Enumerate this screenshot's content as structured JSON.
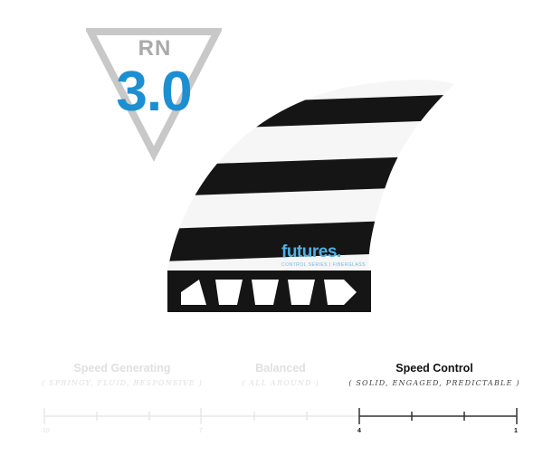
{
  "badge": {
    "model": "RN",
    "version": "3.0"
  },
  "product": {
    "brand": "futures.",
    "series": "CONTROL SERIES | FIBERGLASS"
  },
  "scale": {
    "categories": [
      {
        "title": "Speed Generating",
        "subtitle": "( SPRINGY, FLUID, RESPONSIVE )",
        "active": false
      },
      {
        "title": "Balanced",
        "subtitle": "( ALL AROUND )",
        "active": false
      },
      {
        "title": "Speed Control",
        "subtitle": "( SOLID, ENGAGED, PREDICTABLE )",
        "active": true
      }
    ],
    "labels": [
      "10",
      "7",
      "4",
      "1"
    ],
    "range": [
      10,
      1
    ],
    "highlight": [
      4,
      1
    ],
    "colors": {
      "accent": "#1b8fd2",
      "active": "#111111",
      "inactive": "#e0e0e0"
    }
  }
}
